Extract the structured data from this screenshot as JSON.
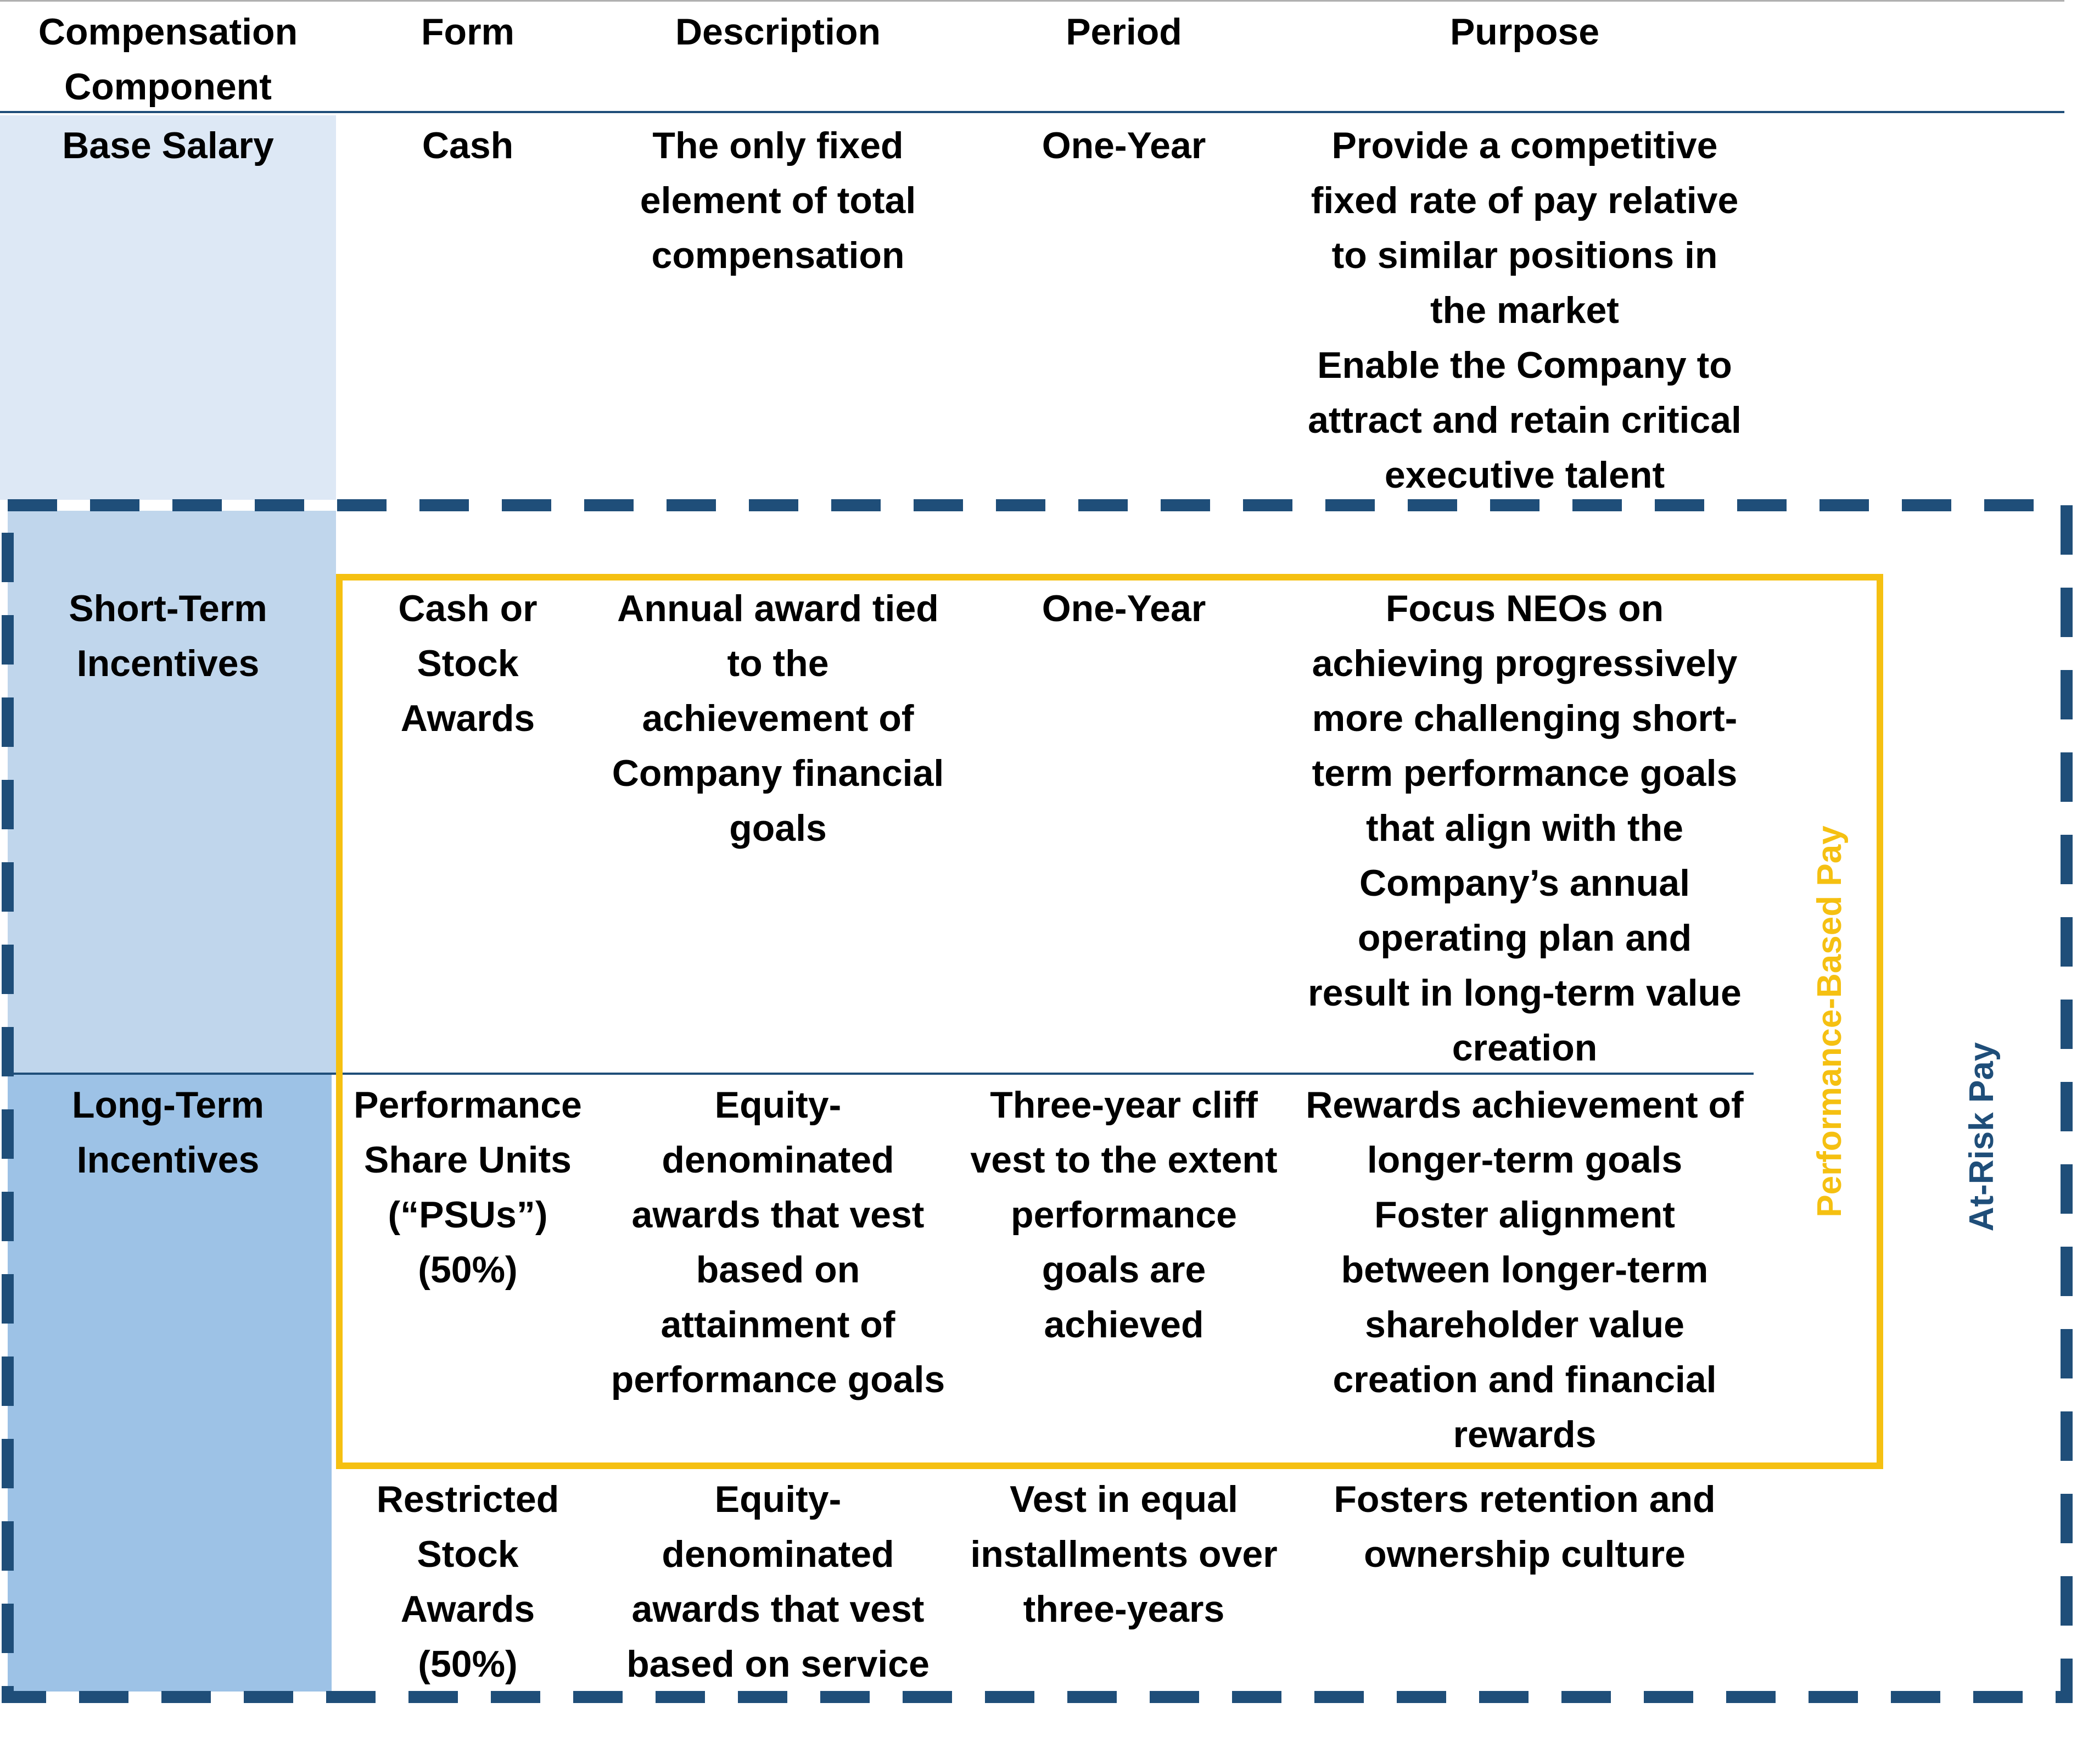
{
  "colors": {
    "base_fill": "#dde8f5",
    "sti_fill": "#c0d6ec",
    "lti_fill": "#9dc2e6",
    "rule_line": "#1f4e79",
    "at_risk_dash": "#1f4e79",
    "performance_box": "#f5c011"
  },
  "headers": {
    "component": "Compensation\nComponent",
    "form": "Form",
    "description": "Description",
    "period": "Period",
    "purpose": "Purpose"
  },
  "rows": {
    "base_salary": {
      "component": "Base Salary",
      "form": "Cash",
      "description": "The only fixed\nelement of total\ncompensation",
      "period": "One-Year",
      "purpose": "Provide a competitive\nfixed rate of pay relative\nto similar positions in\nthe market\nEnable the Company to\nattract and retain critical\nexecutive talent"
    },
    "short_term": {
      "component": "Short-Term\nIncentives",
      "form": "Cash or\nStock\nAwards",
      "description": "Annual award tied\nto the\nachievement of\nCompany financial\ngoals",
      "period": "One-Year",
      "purpose": "Focus NEOs on\nachieving progressively\nmore challenging short-\nterm performance goals\nthat align with the\nCompany’s annual\noperating plan and\nresult in long-term value\ncreation"
    },
    "long_term_psu": {
      "component": "Long-Term\nIncentives",
      "form": "Performance\nShare Units\n(“PSUs”)\n(50%)",
      "description": "Equity-\ndenominated\nawards that vest\nbased on\nattainment of\nperformance goals",
      "period": "Three-year cliff\nvest to the extent\nperformance\ngoals are\nachieved",
      "purpose": "Rewards achievement of\nlonger-term goals\nFoster alignment\nbetween longer-term\nshareholder value\ncreation and financial\nrewards"
    },
    "long_term_rsa": {
      "form": "Restricted\nStock\nAwards\n(50%)",
      "description": "Equity-\ndenominated\nawards that vest\nbased on service",
      "period": "Vest in equal\ninstallments over\nthree-years",
      "purpose": "Fosters retention and\nownership culture"
    }
  },
  "labels": {
    "performance_based_pay": "Performance-Based Pay",
    "at_risk_pay": "At-Risk Pay"
  }
}
